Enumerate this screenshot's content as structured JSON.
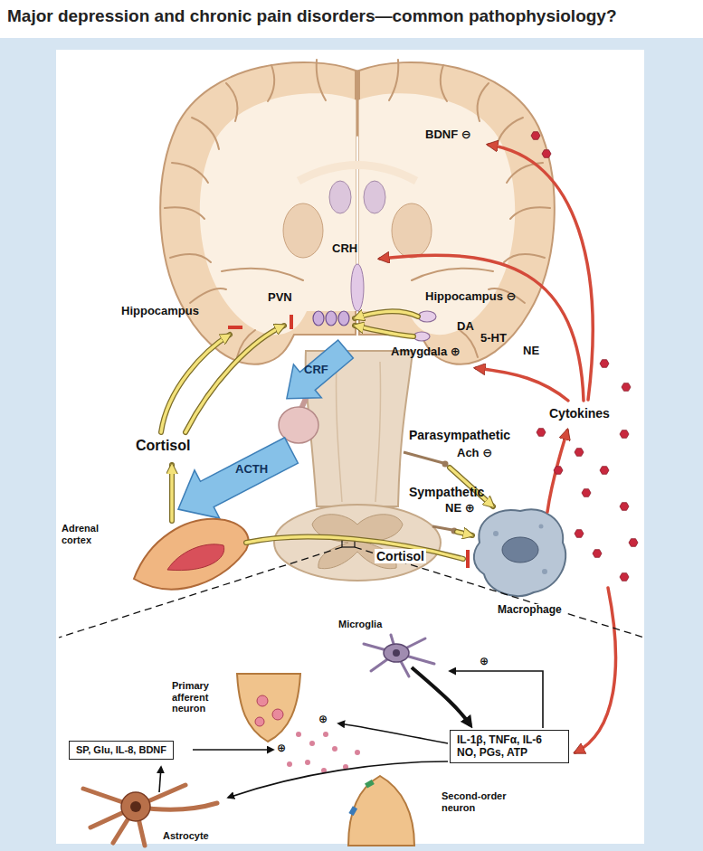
{
  "diagram": {
    "title": "Major depression and chronic pain disorders—common pathophysiology?",
    "nodes": [
      {
        "text": [
          "SP, Glu, IL-8, BDNF"
        ]
      },
      {
        "text": [
          "IL-1β, TNFα, IL-6 NO, PGs, ATP"
        ]
      }
    ],
    "labels": [
      "BDNF ⊖",
      "CRH",
      "PVN",
      "Hippocampus",
      "Hippocampus ⊖",
      "DA",
      "5-HT",
      "NE",
      "Amygdala ⊕",
      "CRF",
      "Cortisol",
      "ACTH",
      "Parasympathetic",
      "Ach ⊖",
      "Sympathetic",
      "NE ⊕",
      "Cytokines",
      "Adrenal cortex",
      "Cortisol",
      "Macrophage",
      "Microglia",
      "Primary afferent neuron",
      "Second-order neuron",
      "Astrocyte",
      "⊕",
      "⊕",
      "⊕"
    ]
  }
}
